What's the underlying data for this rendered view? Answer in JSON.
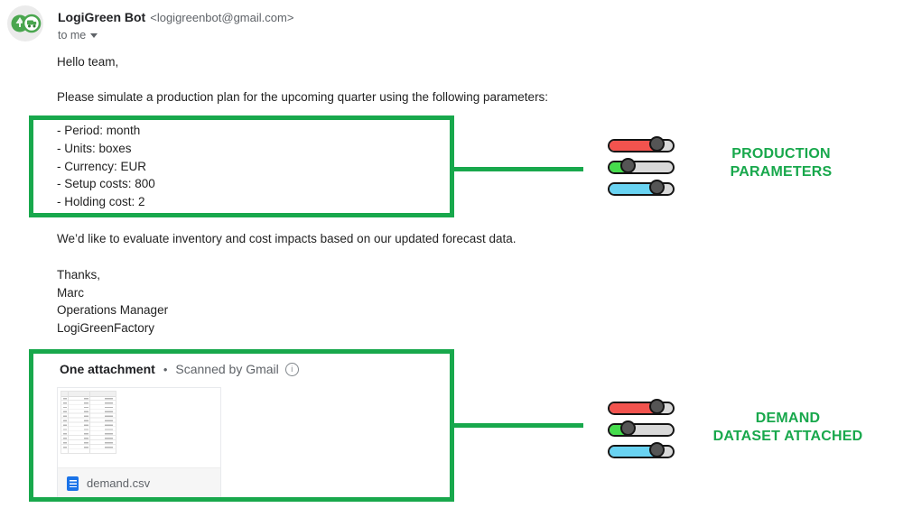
{
  "email": {
    "sender": {
      "name": "LogiGreen Bot",
      "address": "<logigreenbot@gmail.com>",
      "recipient_label": "to me"
    },
    "body": {
      "greeting": "Hello team,",
      "intro": "Please simulate a production plan for the upcoming quarter using the following parameters:",
      "parameters": [
        "- Period: month",
        "- Units: boxes",
        "- Currency: EUR",
        "- Setup costs: 800",
        "- Holding cost: 2"
      ],
      "evaluation": "We’d like to evaluate inventory and cost impacts based on our updated forecast data.",
      "signature": [
        "Thanks,",
        "Marc",
        "Operations Manager",
        "LogiGreenFactory"
      ]
    },
    "attachment": {
      "summary": "One attachment",
      "separator": "•",
      "scanned_label": "Scanned by Gmail",
      "info_glyph": "i",
      "filename": "demand.csv"
    }
  },
  "annotations": {
    "production": {
      "line1": "PRODUCTION",
      "line2": "PARAMETERS"
    },
    "demand": {
      "line1": "DEMAND",
      "line2": "DATASET ATTACHED"
    },
    "colors": {
      "annotation_green": "#18A84C",
      "slider_red": "#F2534E",
      "slider_green": "#45DC4C",
      "slider_blue": "#69D3F2",
      "slider_knob": "#555555",
      "attachment_blue": "#1a73e8"
    }
  }
}
